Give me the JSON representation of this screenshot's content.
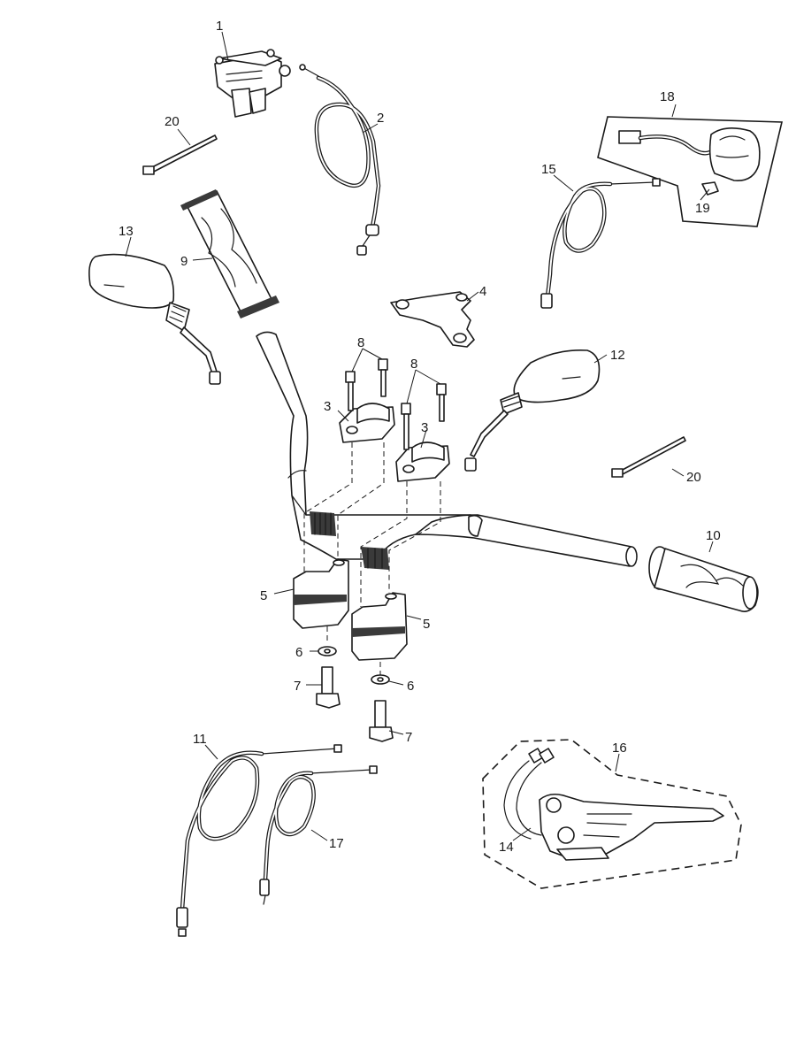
{
  "callouts": {
    "c1": "1",
    "c2": "2",
    "c3a": "3",
    "c3b": "3",
    "c4": "4",
    "c5a": "5",
    "c5b": "5",
    "c6a": "6",
    "c6b": "6",
    "c7a": "7",
    "c7b": "7",
    "c8a": "8",
    "c8b": "8",
    "c9": "9",
    "c10": "10",
    "c11": "11",
    "c12": "12",
    "c13": "13",
    "c14": "14",
    "c15": "15",
    "c16": "16",
    "c17": "17",
    "c18": "18",
    "c19": "19",
    "c20a": "20",
    "c20b": "20"
  },
  "colors": {
    "line": "#1a1a1a",
    "background": "#ffffff"
  }
}
